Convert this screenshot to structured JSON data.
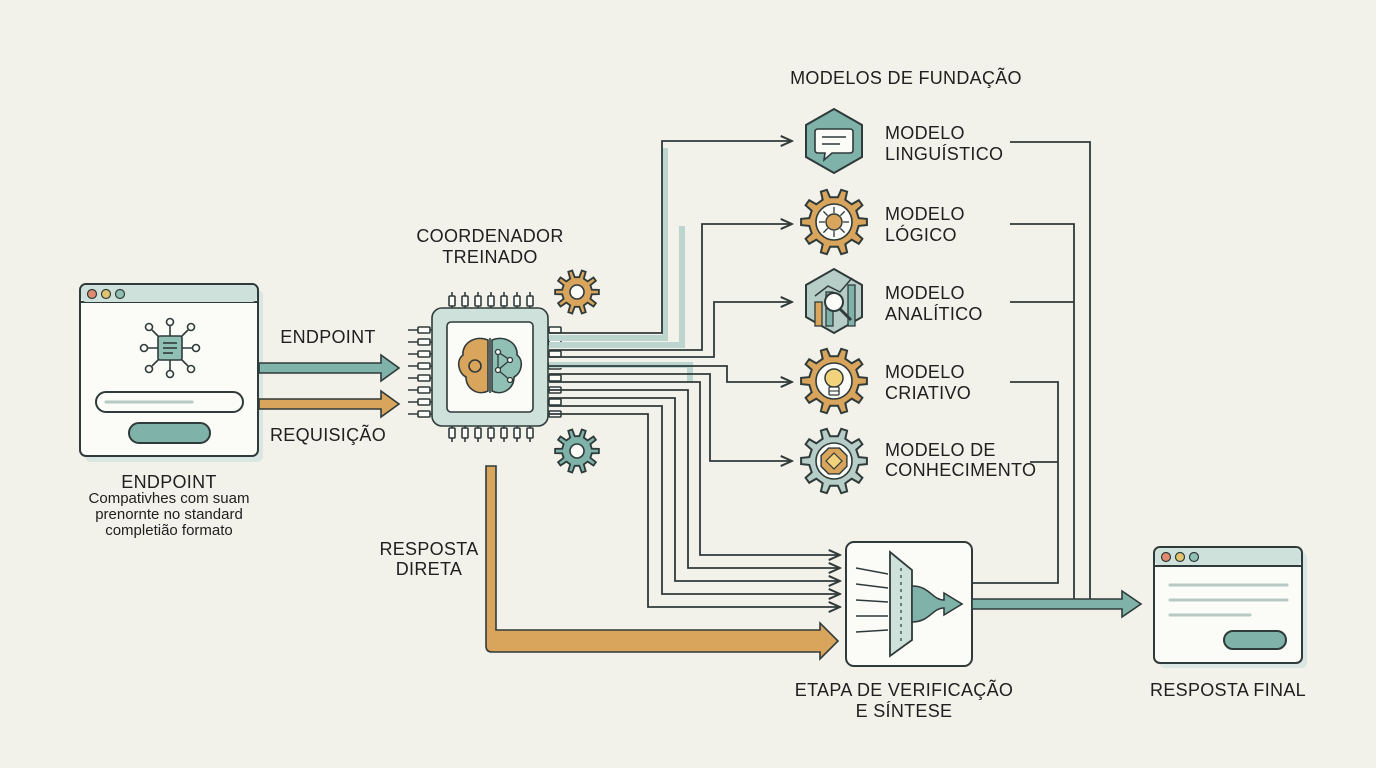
{
  "diagram": {
    "foundation_title": "MODELOS DE FUNDAÇÃO",
    "coordinator_title": [
      "COORDENADOR",
      "TREINADO"
    ],
    "endpoint_arrow_label": "ENDPOINT",
    "request_arrow_label": "REQUISIÇÃO",
    "endpoint": {
      "title": "ENDPOINT",
      "desc": [
        "Compativhes com suam",
        "prenornte no standard",
        "completião formato"
      ]
    },
    "direct_response": [
      "RESPOSTA",
      "DIRETA"
    ],
    "models": [
      {
        "line1": "MODELO",
        "line2": "LINGUÍSTICO",
        "icon": "speech-bubble-icon"
      },
      {
        "line1": "MODELO",
        "line2": "LÓGICO",
        "icon": "logic-gear-icon"
      },
      {
        "line1": "MODELO",
        "line2": "ANALÍTICO",
        "icon": "analytics-chart-icon"
      },
      {
        "line1": "MODELO",
        "line2": "CRIATIVO",
        "icon": "lightbulb-gear-icon"
      },
      {
        "line1": "MODELO DE",
        "line2": "CONHECIMENTO",
        "icon": "knowledge-gem-icon"
      }
    ],
    "verification": [
      "ETAPA DE VERIFICAÇÃO",
      "E SÍNTESE"
    ],
    "final_response": "RESPOSTA FINAL",
    "colors": {
      "background": "#f3f2ea",
      "teal": "#7fb3a9",
      "orange": "#d9a45c",
      "stroke": "#2f3b3a"
    }
  }
}
